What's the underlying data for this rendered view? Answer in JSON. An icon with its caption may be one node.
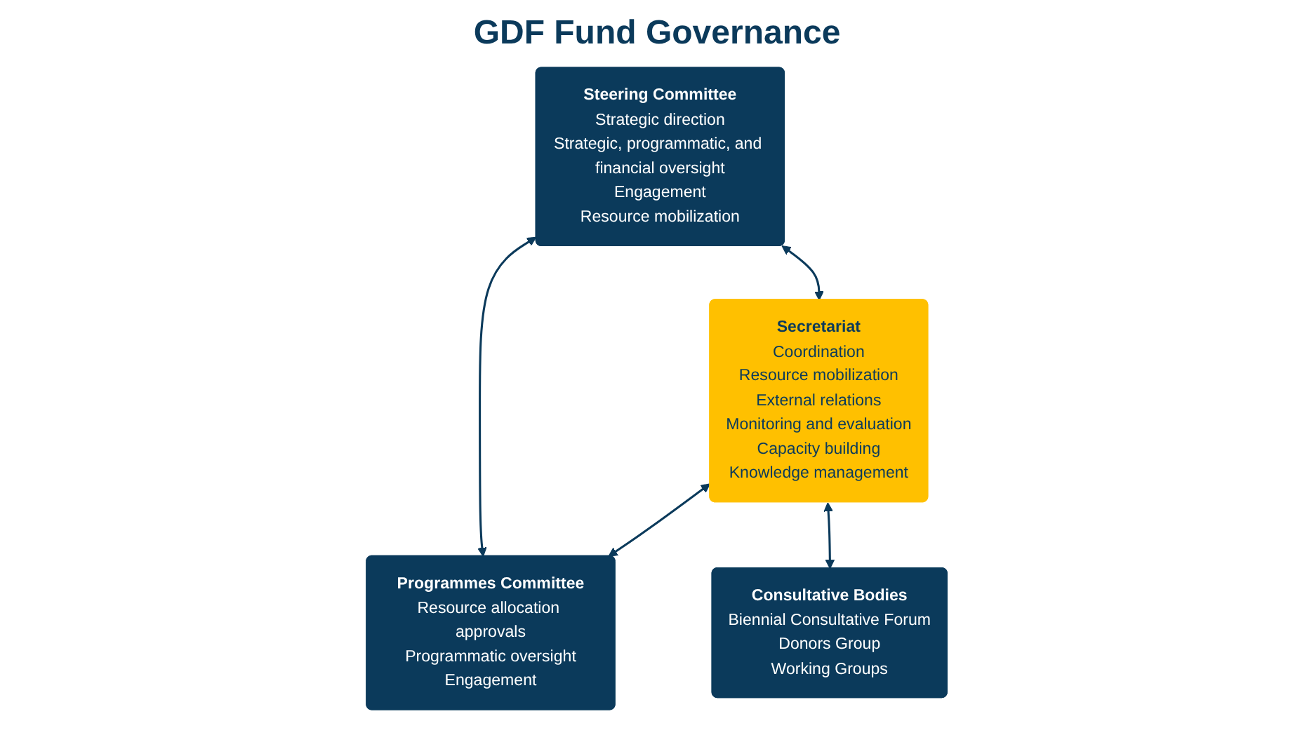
{
  "diagram": {
    "title": "GDF Fund Governance",
    "nodes": [
      {
        "text": [
          "Steering Committee",
          "Strategic direction",
          "Strategic, programmatic, and financial oversight",
          "Engagement",
          "Resource mobilization"
        ]
      },
      {
        "text": [
          "Secretariat",
          "Coordination",
          "Resource mobilization",
          "External relations",
          "Monitoring and evaluation",
          "Capacity building",
          "Knowledge management"
        ]
      },
      {
        "text": [
          "Programmes Committee",
          "Resource allocation approvals",
          "Programmatic oversight",
          "Engagement"
        ]
      },
      {
        "text": [
          "Consultative Bodies",
          "Biennial Consultative Forum",
          "Donors Group",
          "Working Groups"
        ]
      }
    ],
    "edges": [
      {
        "from": 0,
        "to": 1,
        "arrow": "both"
      },
      {
        "from": 0,
        "to": 2,
        "arrow": "both"
      },
      {
        "from": 1,
        "to": 2,
        "arrow": "both"
      },
      {
        "from": 1,
        "to": 3,
        "arrow": "both"
      }
    ]
  }
}
